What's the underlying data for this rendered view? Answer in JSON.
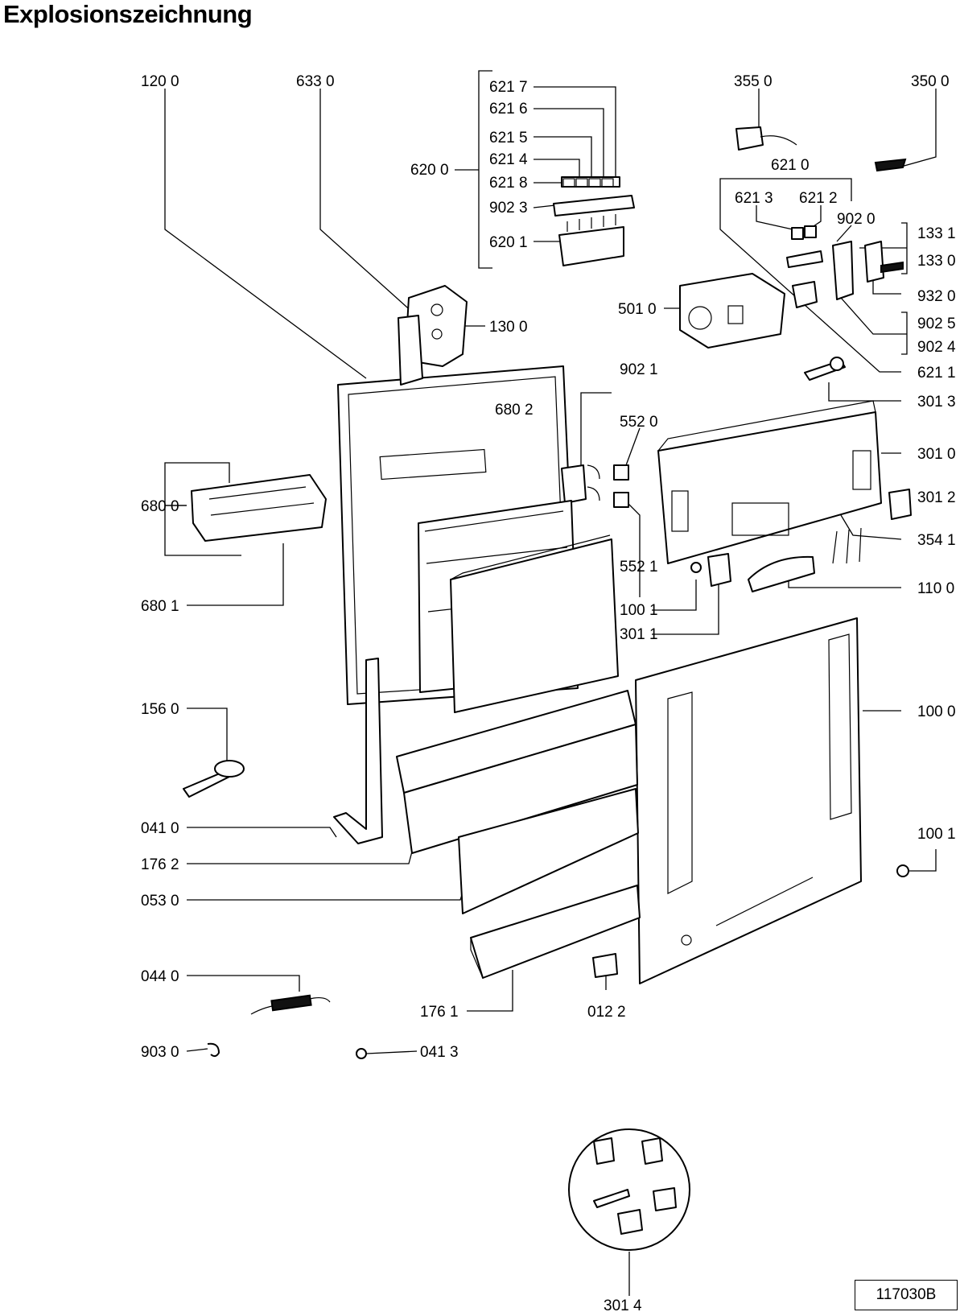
{
  "title": "Explosionszeichnung",
  "doc_number": "117030B",
  "callouts": [
    {
      "id": "c1200",
      "text": "120 0"
    },
    {
      "id": "c6330",
      "text": "633 0"
    },
    {
      "id": "c6217",
      "text": "621 7"
    },
    {
      "id": "c6216",
      "text": "621 6"
    },
    {
      "id": "c6215",
      "text": "621 5"
    },
    {
      "id": "c6214",
      "text": "621 4"
    },
    {
      "id": "c6200",
      "text": "620 0"
    },
    {
      "id": "c6218",
      "text": "621 8"
    },
    {
      "id": "c9023",
      "text": "902 3"
    },
    {
      "id": "c6201",
      "text": "620 1"
    },
    {
      "id": "c3550",
      "text": "355 0"
    },
    {
      "id": "c3500",
      "text": "350 0"
    },
    {
      "id": "c6210",
      "text": "621 0"
    },
    {
      "id": "c6213",
      "text": "621 3"
    },
    {
      "id": "c6212",
      "text": "621 2"
    },
    {
      "id": "c9020",
      "text": "902 0"
    },
    {
      "id": "c1331",
      "text": "133 1"
    },
    {
      "id": "c1330",
      "text": "133 0"
    },
    {
      "id": "c9320",
      "text": "932 0"
    },
    {
      "id": "c5010",
      "text": "501 0"
    },
    {
      "id": "c9025",
      "text": "902 5"
    },
    {
      "id": "c9024",
      "text": "902 4"
    },
    {
      "id": "c1300",
      "text": "130 0"
    },
    {
      "id": "c6211",
      "text": "621 1"
    },
    {
      "id": "c9021",
      "text": "902 1"
    },
    {
      "id": "c3013",
      "text": "301 3"
    },
    {
      "id": "c6802",
      "text": "680 2"
    },
    {
      "id": "c5520",
      "text": "552 0"
    },
    {
      "id": "c3010",
      "text": "301 0"
    },
    {
      "id": "c6800",
      "text": "680 0"
    },
    {
      "id": "c3012",
      "text": "301 2"
    },
    {
      "id": "c3541",
      "text": "354 1"
    },
    {
      "id": "c5521",
      "text": "552 1"
    },
    {
      "id": "c6801",
      "text": "680 1"
    },
    {
      "id": "c1001a",
      "text": "100 1"
    },
    {
      "id": "c1100",
      "text": "110 0"
    },
    {
      "id": "c3011",
      "text": "301 1"
    },
    {
      "id": "c1560",
      "text": "156 0"
    },
    {
      "id": "c1000",
      "text": "100 0"
    },
    {
      "id": "c0410",
      "text": "041 0"
    },
    {
      "id": "c1001b",
      "text": "100 1"
    },
    {
      "id": "c1762",
      "text": "176 2"
    },
    {
      "id": "c0530",
      "text": "053 0"
    },
    {
      "id": "c0440",
      "text": "044 0"
    },
    {
      "id": "c1761",
      "text": "176 1"
    },
    {
      "id": "c0122",
      "text": "012 2"
    },
    {
      "id": "c9030",
      "text": "903 0"
    },
    {
      "id": "c0413",
      "text": "041 3"
    },
    {
      "id": "c3014",
      "text": "301 4"
    }
  ]
}
